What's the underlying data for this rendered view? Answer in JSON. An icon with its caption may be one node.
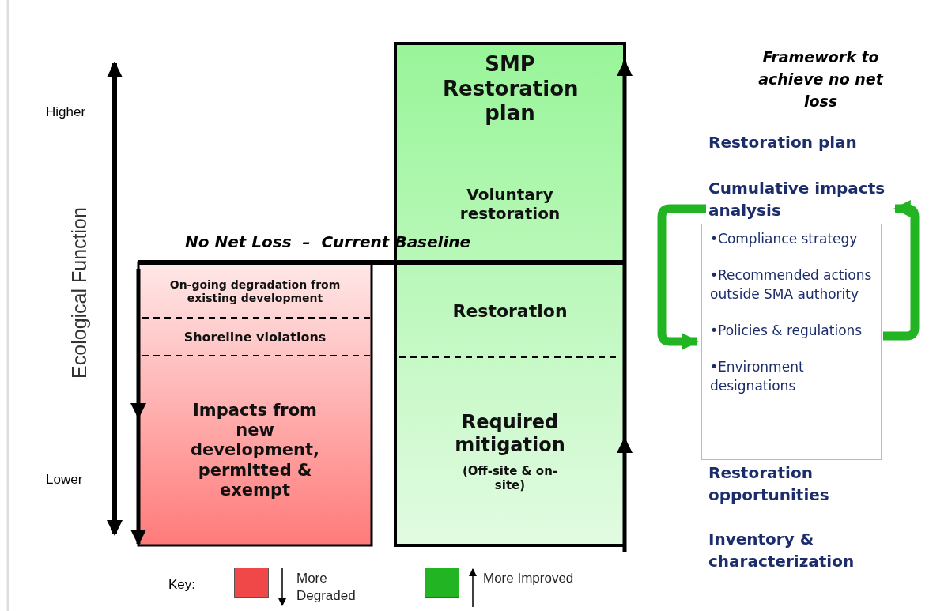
{
  "diagram": {
    "nodes": [
      {
        "text": [
          "On-going degradation from existing development"
        ]
      },
      {
        "text": [
          "Shoreline violations"
        ]
      },
      {
        "text": [
          "Impacts from new development, permitted & exempt"
        ]
      },
      {
        "text": [
          "SMP Restoration plan",
          "Voluntary restoration"
        ]
      },
      {
        "text": [
          "Restoration"
        ]
      },
      {
        "text": [
          "Required mitigation",
          "(Off-site & on-site)"
        ]
      },
      {
        "text": [
          "Cumulative impacts analysis"
        ]
      },
      {
        "text": [
          "•Compliance strategy",
          "•Recommended actions outside SMA authority",
          "•Policies & regulations",
          "•Environment designations"
        ]
      }
    ],
    "edges": [
      {
        "from": 6,
        "to": 7,
        "arrow": "to"
      },
      {
        "from": 7,
        "to": 6,
        "arrow": "to"
      }
    ],
    "labels": [
      "Higher",
      "Ecological Function",
      "Lower",
      "No Net Loss  –  Current Baseline",
      "Framework to achieve no net loss",
      "Restoration plan",
      "Restoration opportunities",
      "Inventory & characterization",
      "Key:"
    ],
    "legend": [
      {
        "text": "More Degraded",
        "color": "#f04848"
      },
      {
        "text": "More Improved",
        "color": "#22b422"
      }
    ]
  }
}
